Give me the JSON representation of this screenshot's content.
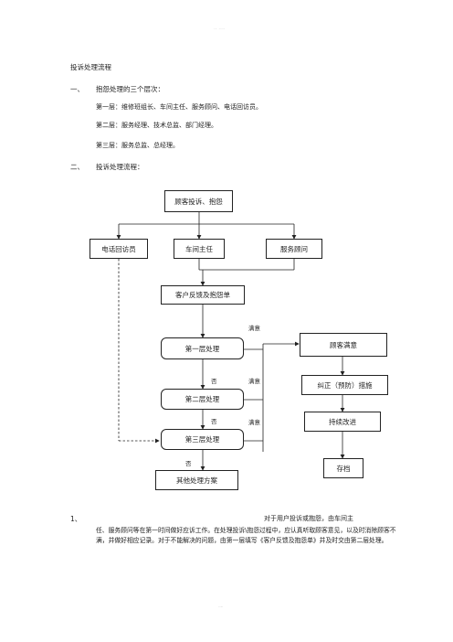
{
  "header_mark": "·- ·--·",
  "footer_mark": "·--·",
  "title": "投诉处理流程",
  "section1": {
    "num": "一、",
    "heading": "抱怨处理的三个层次：",
    "levels": [
      "第一层：维修班组长、车间主任、服务顾问、电话回访员。",
      "第二层：服务经理、技术总监、部门经理。",
      "第三层：服务总监、总经理。"
    ]
  },
  "section2": {
    "num": "二、",
    "heading": "投诉处理流程："
  },
  "flow": {
    "top": "顾客投诉、抱怨",
    "phone": "电话回访员",
    "workshop": "车间主任",
    "advisor": "服务顾问",
    "feedback": "客户反馈及抱怨单",
    "level1": "第一层处理",
    "level2": "第二层处理",
    "level3": "第三层处理",
    "other": "其他处理方案",
    "satisfied_box": "顾客满意",
    "corrective": "纠正（预防）措施",
    "improve": "持续改进",
    "archive": "存档",
    "satisfied": "满意",
    "no": "否"
  },
  "section3": {
    "num": "1、",
    "line1": "对于用户投诉或抱怨，由车间主",
    "body": "任、服务顾问等在第一时间做好应诉工作。在处理投诉\\抱怨过程中，应认真听取顾客意见，以及时消除顾客不满，并做好相应记录。对于不能解决的问题，由第一层填写《客户反馈及抱怨单》并及时交由第二层处理。"
  }
}
